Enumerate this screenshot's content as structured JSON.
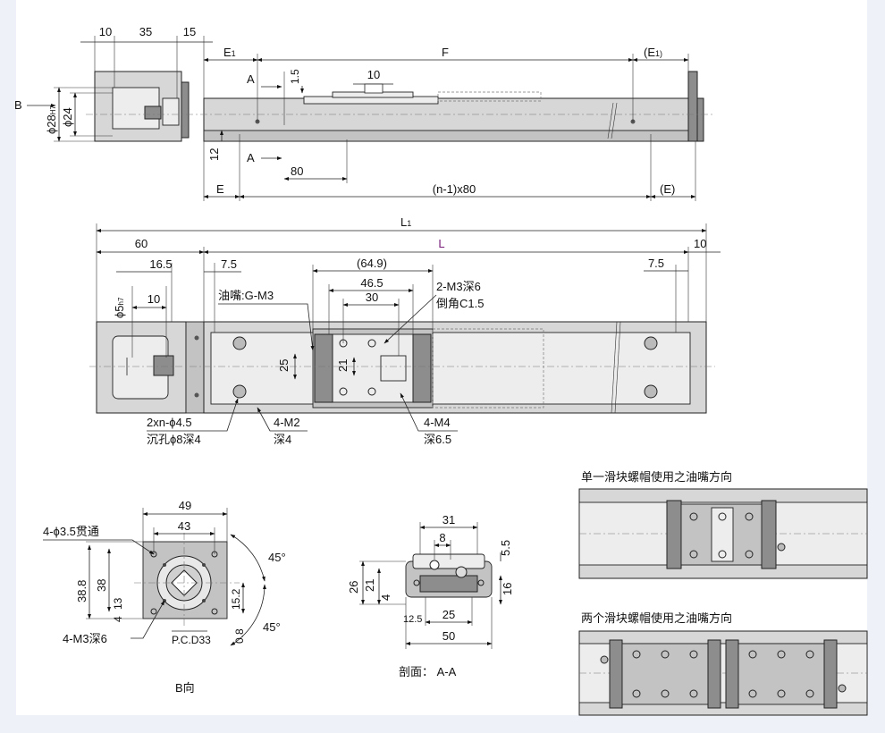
{
  "top_view": {
    "d_10": "10",
    "d_35": "35",
    "d_15": "15",
    "e1": "E",
    "e1_sub": "1",
    "f": "F",
    "e1_paren": "(E",
    "e1_paren_sub": "1)",
    "b_label": "B",
    "phi28": "ϕ28",
    "h7": "H7",
    "phi24": "ϕ24",
    "a_top": "A",
    "d_1_5": "1.5",
    "d_10b": "10",
    "d_12": "12",
    "a_bottom": "A",
    "d_80": "80",
    "e_bottom": "E",
    "pitch": "(n-1)x80",
    "e_paren": "(E)"
  },
  "plan_view": {
    "l1": "L",
    "l1_sub": "1",
    "l": "L",
    "d_60": "60",
    "d_10_right": "10",
    "d_16_5": "16.5",
    "d_7_5_left": "7.5",
    "d_64_9": "(64.9)",
    "d_7_5_right": "7.5",
    "d_46_5": "46.5",
    "d_30": "30",
    "oil_nipple": "油嘴:G-M3",
    "m3_depth": "2-M3深6",
    "chamfer": "倒角C1.5",
    "phi5": "ϕ5",
    "h7": "h7",
    "d_10_shaft": "10",
    "d_25": "25",
    "d_21": "21",
    "holes": "2xn-ϕ4.5",
    "counterbore": "沉孔ϕ8深4",
    "m2": "4-M2",
    "m2_depth": "深4",
    "m4": "4-M4",
    "m4_depth": "深6.5"
  },
  "b_view": {
    "d_49": "49",
    "d_43": "43",
    "through": "4-ϕ3.5贯通",
    "angle_top": "45°",
    "angle_bottom": "45°",
    "d_38_8": "38.8",
    "d_38": "38",
    "d_4": "4",
    "d_13": "13",
    "d_15_2": "15.2",
    "d_0_8": "0.8",
    "m3": "4-M3深6",
    "pcd": "P.C.D33",
    "caption": "B向"
  },
  "section_view": {
    "d_31": "31",
    "d_8": "8",
    "d_5_5": "5.5",
    "d_26": "26",
    "d_21": "21",
    "d_4": "4",
    "d_16": "16",
    "d_12_5": "12.5",
    "d_25": "25",
    "d_50": "50",
    "caption": "剖面： A-A"
  },
  "inset_single": {
    "title": "单一滑块螺帽使用之油嘴方向"
  },
  "inset_double": {
    "title": "两个滑块螺帽使用之油嘴方向"
  },
  "colors": {
    "background": "#eef1f7",
    "sheet": "#ffffff",
    "l_label": "#7a1f7a"
  }
}
